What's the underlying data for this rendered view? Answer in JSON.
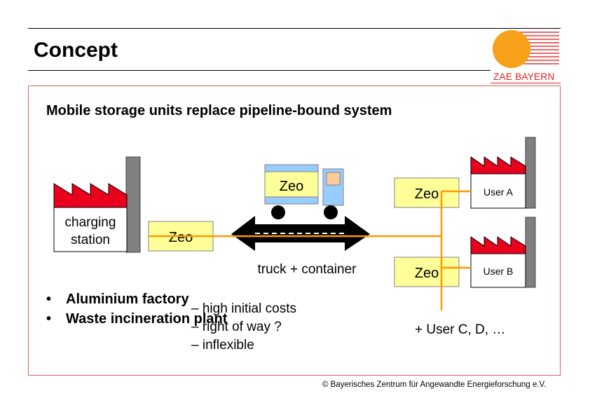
{
  "slide": {
    "title": "Concept",
    "subtitle": "Mobile storage units replace pipeline-bound system",
    "copyright": "© Bayerisches Zentrum für Angewandte Energieforschung e.V."
  },
  "logo": {
    "text": "ZAE BAYERN",
    "sun_color": "#f7a11a",
    "ray_color": "#e53935"
  },
  "diagram": {
    "charging_station": {
      "line1": "charging",
      "line2": "station"
    },
    "zeo_label": "Zeo",
    "truck_caption": "truck + container",
    "user_a": "User A",
    "user_b": "User B",
    "more_users": "+ User C, D, …"
  },
  "bullets": [
    {
      "text": "Aluminium factory"
    },
    {
      "text": "Waste incineration plant"
    }
  ],
  "drawbacks": [
    "– high initial costs",
    "– right of way ?",
    "– inflexible"
  ],
  "colors": {
    "border": "#e06060",
    "factory_roof": "#e8001c",
    "zeo_fill": "#ffff99",
    "container_blue": "#99ccff",
    "cab_orange": "#ffcc99",
    "pipe": "#ff9900",
    "chimney": "#808080"
  }
}
